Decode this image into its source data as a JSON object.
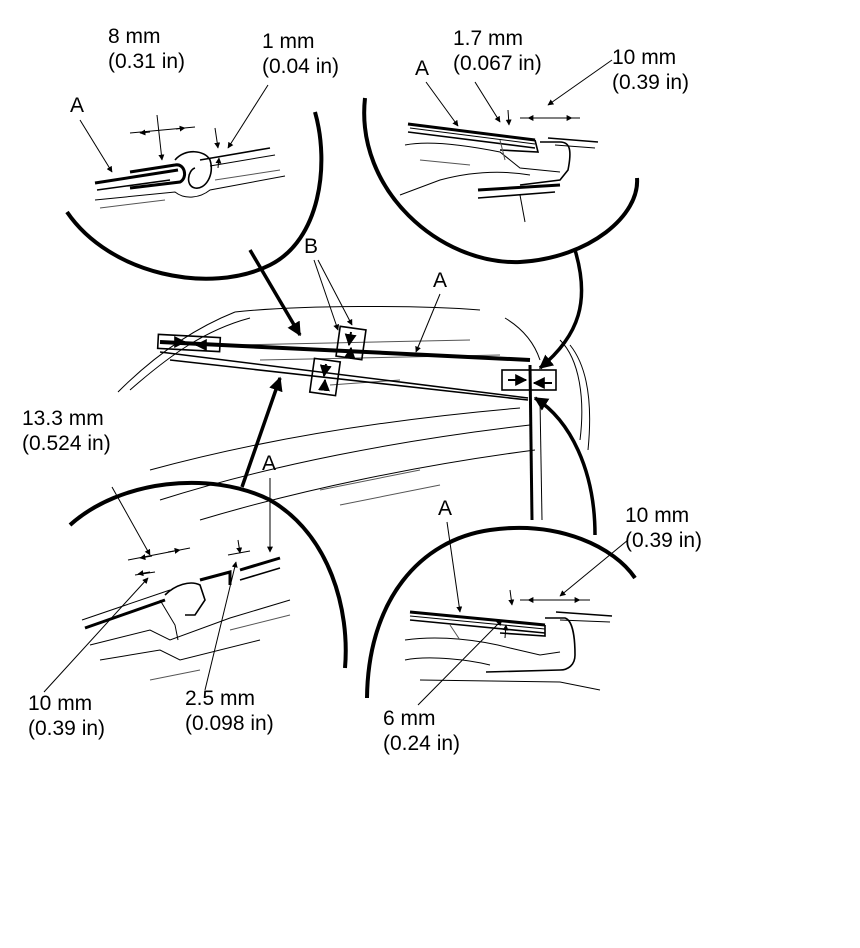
{
  "labels": {
    "a": "A",
    "b": "B"
  },
  "callouts": {
    "top_left_8mm": {
      "metric": "8 mm",
      "imperial": "(0.31 in)"
    },
    "top_left_1mm": {
      "metric": "1 mm",
      "imperial": "(0.04 in)"
    },
    "top_right_1_7mm": {
      "metric": "1.7 mm",
      "imperial": "(0.067 in)"
    },
    "top_right_10mm": {
      "metric": "10 mm",
      "imperial": "(0.39 in)"
    },
    "bottom_left_13_3mm": {
      "metric": "13.3 mm",
      "imperial": "(0.524 in)"
    },
    "bottom_left_10mm": {
      "metric": "10 mm",
      "imperial": "(0.39 in)"
    },
    "bottom_left_2_5mm": {
      "metric": "2.5 mm",
      "imperial": "(0.098 in)"
    },
    "bottom_right_10mm": {
      "metric": "10 mm",
      "imperial": "(0.39 in)"
    },
    "bottom_right_6mm": {
      "metric": "6 mm",
      "imperial": "(0.24 in)"
    }
  }
}
